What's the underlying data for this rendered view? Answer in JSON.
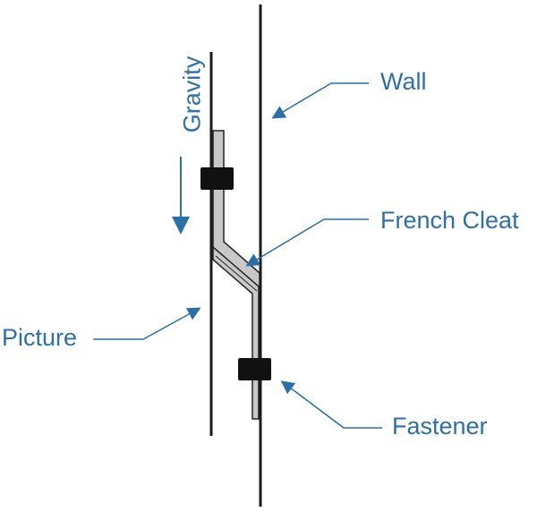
{
  "labels": {
    "wall": "Wall",
    "french_cleat": "French Cleat",
    "picture": "Picture",
    "fastener": "Fastener",
    "gravity": "Gravity"
  },
  "colors": {
    "label_text": "#2f6fa8",
    "arrow": "#2a6fa5",
    "line": "#1a1a1a",
    "cleat_fill": "#c8c8c8",
    "fastener_fill": "#111111"
  }
}
